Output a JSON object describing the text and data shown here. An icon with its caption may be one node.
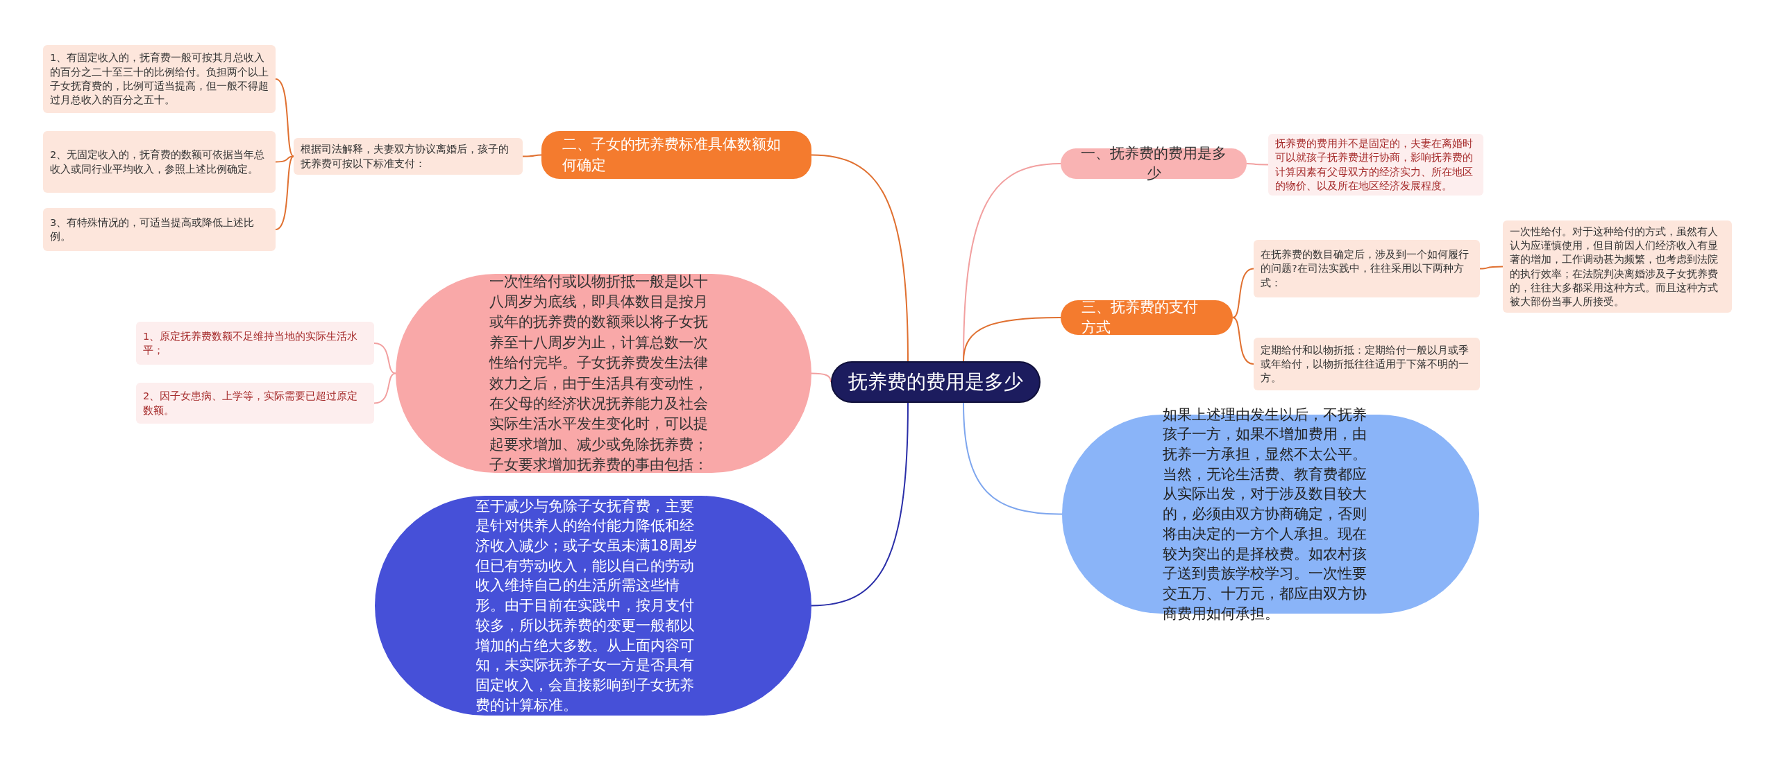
{
  "diagram": {
    "nodes": [
      {
        "text": [
          "抚养费的费用是多少"
        ]
      },
      {
        "text": [
          "二、子女的抚养费标准具体数额如何确定"
        ]
      },
      {
        "text": [
          "根据司法解释，夫妻双方协议离婚后，孩子的抚养费可按以下标准支付："
        ]
      },
      {
        "text": [
          "1、有固定收入的，抚育费一般可按其月总收入的百分之二十至三十的比例给付。负担两个以上子女抚育费的，比例可适当提高，但一般不得超过月总收入的百分之五十。"
        ]
      },
      {
        "text": [
          "2、无固定收入的，抚育费的数额可依据当年总收入或同行业平均收入，参照上述比例确定。"
        ]
      },
      {
        "text": [
          "3、有特殊情况的，可适当提高或降低上述比例。"
        ]
      },
      {
        "text": [
          "一次性给付或以物折抵一般是以十八周岁为底线，即具体数目是按月或年的抚养费的数额乘以将子女抚养至十八周岁为止，计算总数一次性给付完毕。子女抚养费发生法律效力之后，由于生活具有变动性，在父母的经济状况抚养能力及社会实际生活水平发生变化时，可以提起要求增加、减少或免除抚养费；子女要求增加抚养费的事由包括："
        ]
      },
      {
        "text": [
          "1、原定抚养费数额不足维持当地的实际生活水平；"
        ]
      },
      {
        "text": [
          "2、因子女患病、上学等，实际需要已超过原定数额。"
        ]
      },
      {
        "text": [
          "至于减少与免除子女抚育费，主要是针对供养人的给付能力降低和经济收入减少；或子女虽未满18周岁但已有劳动收入，能以自己的劳动收入维持自己的生活所需这些情形。由于目前在实践中，按月支付较多，所以抚养费的变更一般都以增加的占绝大多数。从上面内容可知，未实际抚养子女一方是否具有固定收入，会直接影响到子女抚养费的计算标准。"
        ]
      },
      {
        "text": [
          "一、抚养费的费用是多少"
        ]
      },
      {
        "text": [
          "抚养费的费用并不是固定的，夫妻在离婚时可以就孩子抚养费进行协商，影响抚养费的计算因素有父母双方的经济实力、所在地区的物价、以及所在地区经济发展程度。"
        ]
      },
      {
        "text": [
          "三、抚养费的支付方式"
        ]
      },
      {
        "text": [
          "在抚养费的数目确定后，涉及到一个如何履行的问题?在司法实践中，往往采用以下两种方式："
        ]
      },
      {
        "text": [
          "一次性给付。对于这种给付的方式，虽然有人认为应谨慎使用，但目前因人们经济收入有显著的增加，工作调动甚为频繁，也考虑到法院的执行效率；在法院判决离婚涉及子女抚养费的，往往大多都采用这种方式。而且这种方式被大部份当事人所接受。"
        ]
      },
      {
        "text": [
          "定期给付和以物折抵：定期给付一般以月或季或年给付，以物折抵往往适用于下落不明的一方。"
        ]
      },
      {
        "text": [
          "如果上述理由发生以后，不抚养孩子一方，如果不增加费用，由抚养一方承担，显然不太公平。当然，无论生活费、教育费都应从实际出发，对于涉及数目较大的，必须由双方协商确定，否则将由决定的一方个人承担。现在较为突出的是择校费。如农村孩子送到贵族学校学习。一次性要交五万、十万元，都应由双方协商费用如何承担。"
        ]
      }
    ],
    "edges": [
      {
        "from": 0,
        "to": 1,
        "arrow": "none",
        "color": "#e07030"
      },
      {
        "from": 1,
        "to": 2,
        "arrow": "none",
        "color": "#e07030"
      },
      {
        "from": 2,
        "to": 3,
        "arrow": "none",
        "color": "#e07030"
      },
      {
        "from": 2,
        "to": 4,
        "arrow": "none",
        "color": "#e07030"
      },
      {
        "from": 2,
        "to": 5,
        "arrow": "none",
        "color": "#e07030"
      },
      {
        "from": 0,
        "to": 6,
        "arrow": "none",
        "color": "#f2a0a0"
      },
      {
        "from": 6,
        "to": 7,
        "arrow": "none",
        "color": "#f2a0a0"
      },
      {
        "from": 6,
        "to": 8,
        "arrow": "none",
        "color": "#f2a0a0"
      },
      {
        "from": 0,
        "to": 9,
        "arrow": "none",
        "color": "#2a2ea8"
      },
      {
        "from": 0,
        "to": 10,
        "arrow": "none",
        "color": "#f2a0a0"
      },
      {
        "from": 10,
        "to": 11,
        "arrow": "none",
        "color": "#f2a0a0"
      },
      {
        "from": 0,
        "to": 12,
        "arrow": "none",
        "color": "#e07030"
      },
      {
        "from": 12,
        "to": 13,
        "arrow": "none",
        "color": "#e07030"
      },
      {
        "from": 12,
        "to": 15,
        "arrow": "none",
        "color": "#e07030"
      },
      {
        "from": 13,
        "to": 14,
        "arrow": "none",
        "color": "#e07030"
      },
      {
        "from": 0,
        "to": 16,
        "arrow": "none",
        "color": "#7ea6ee"
      }
    ]
  }
}
